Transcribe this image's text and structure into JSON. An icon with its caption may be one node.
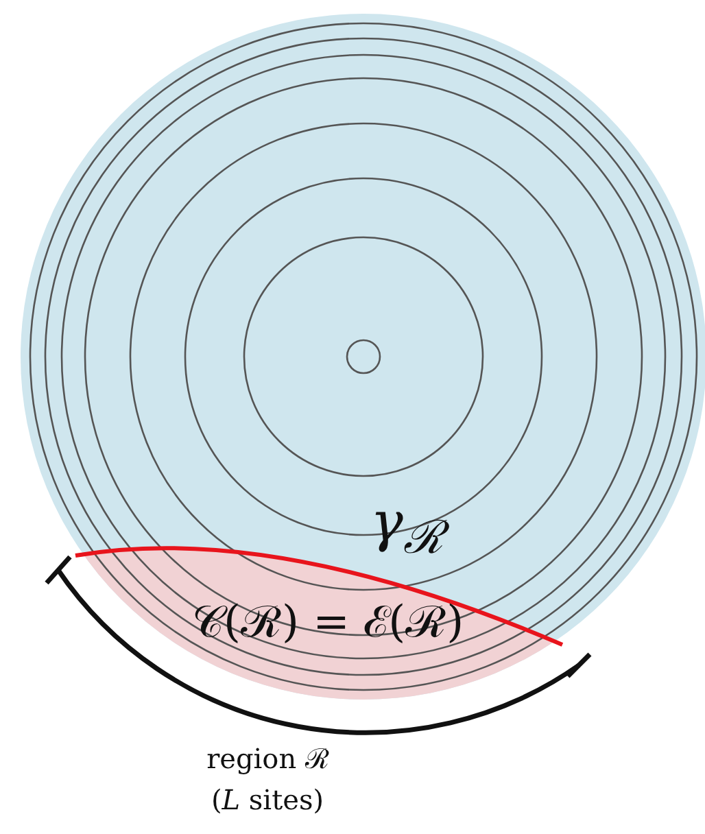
{
  "diagram": {
    "labels": [
      "γ$_{ℛ}$",
      "𝒞(ℛ) = ℰ(ℛ)",
      "region ℛ (*L* sites)"
    ]
  }
}
